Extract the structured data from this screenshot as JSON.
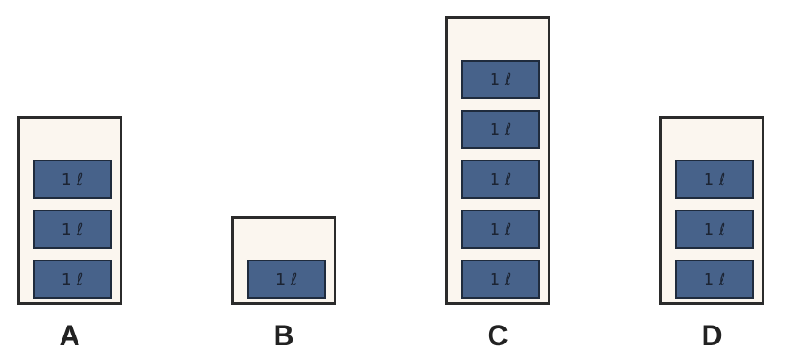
{
  "containers": [
    {
      "letter": "A",
      "blocks": [
        "1 ℓ",
        "1 ℓ",
        "1 ℓ"
      ]
    },
    {
      "letter": "B",
      "blocks": [
        "1 ℓ"
      ]
    },
    {
      "letter": "C",
      "blocks": [
        "1 ℓ",
        "1 ℓ",
        "1 ℓ",
        "1 ℓ",
        "1 ℓ"
      ]
    },
    {
      "letter": "D",
      "blocks": [
        "1 ℓ",
        "1 ℓ",
        "1 ℓ"
      ]
    }
  ]
}
